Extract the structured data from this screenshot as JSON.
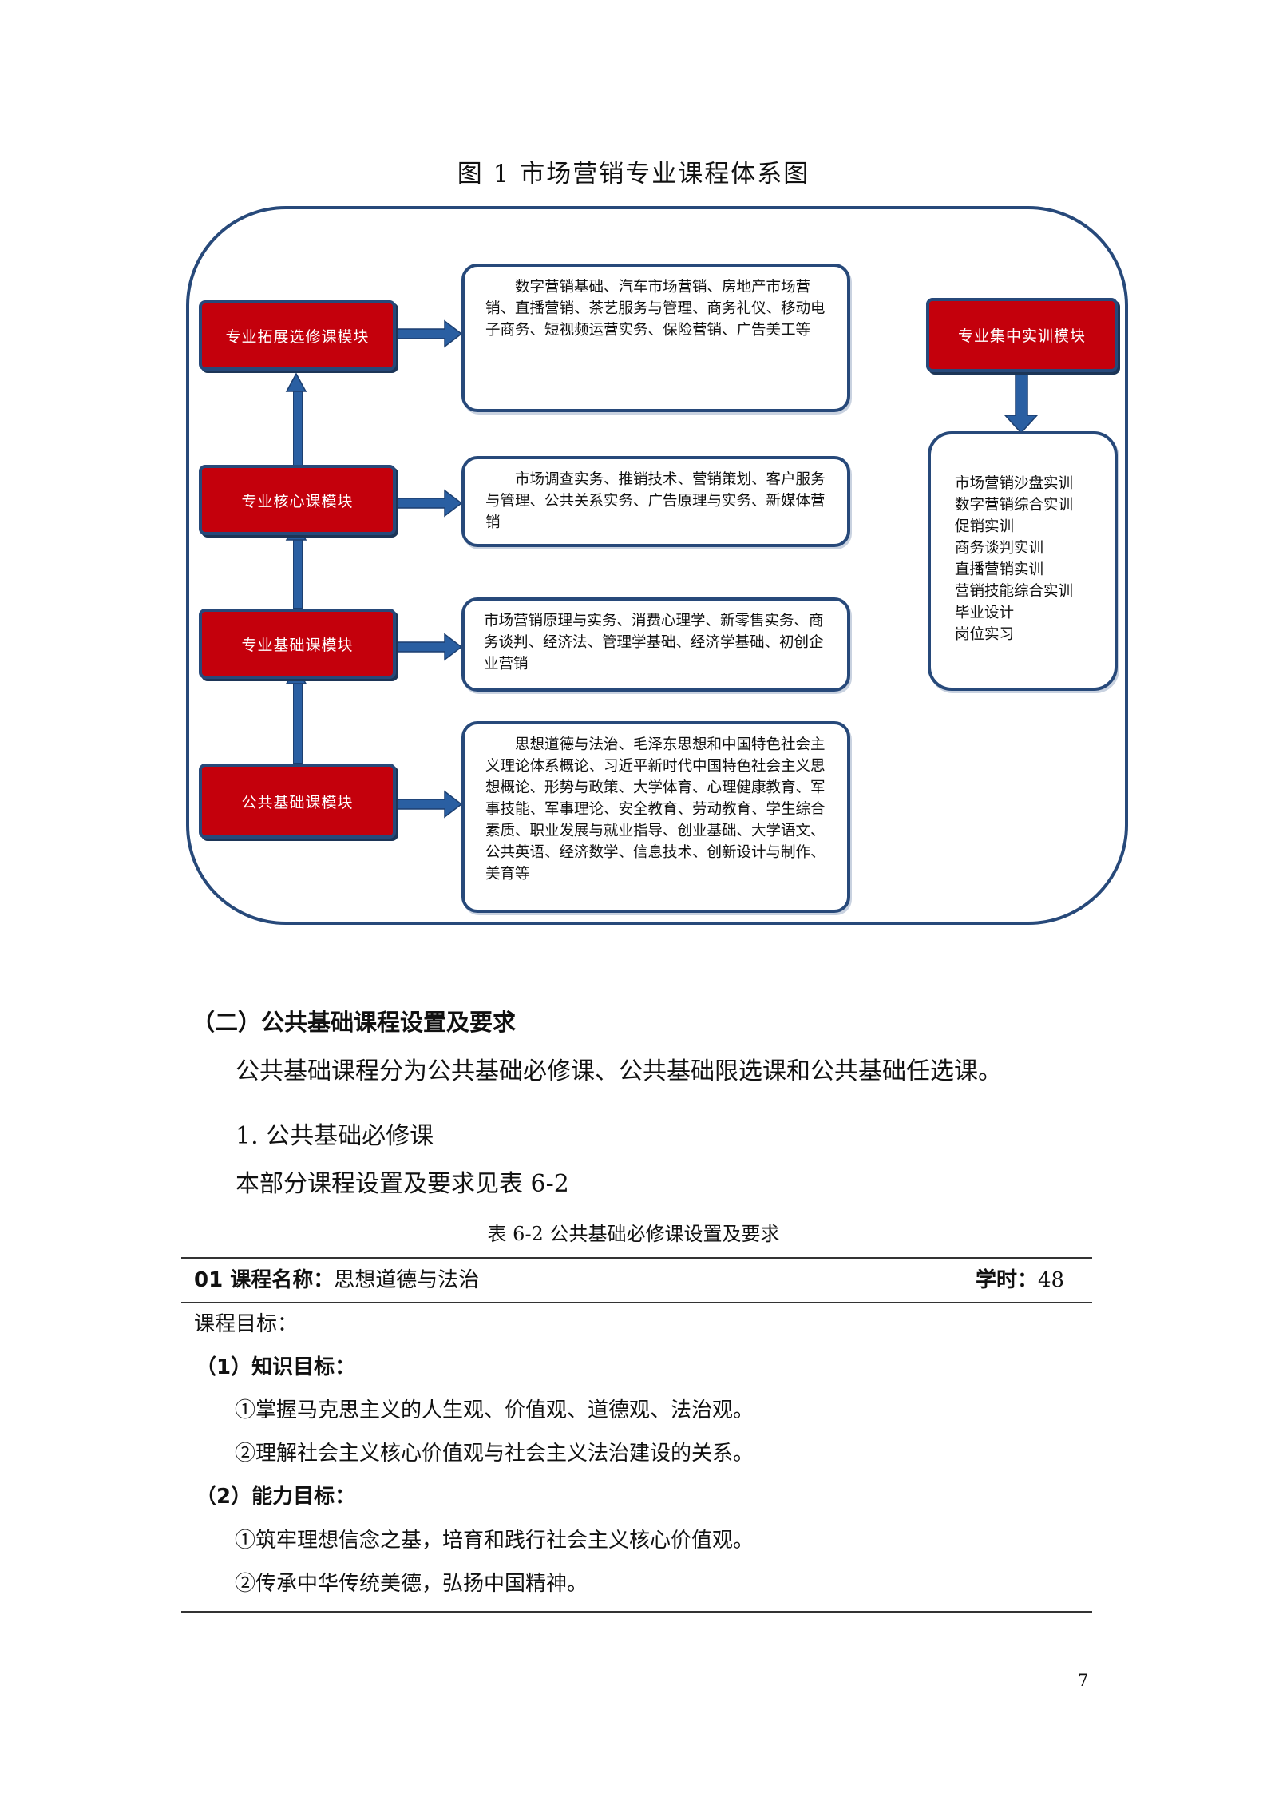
{
  "figure": {
    "title": "图 1  市场营销专业课程体系图",
    "modules": [
      {
        "label": "专业拓展选修课模块",
        "courses": "数字营销基础、汽车市场营销、房地产市场营销、直播营销、茶艺服务与管理、商务礼仪、移动电子商务、短视频运营实务、保险营销、广告美工等"
      },
      {
        "label": "专业核心课模块",
        "courses": "市场调查实务、推销技术、营销策划、客户服务与管理、公共关系实务、广告原理与实务、新媒体营销"
      },
      {
        "label": "专业基础课模块",
        "courses": "市场营销原理与实务、消费心理学、新零售实务、商务谈判、经济法、管理学基础、经济学基础、初创企业营销"
      },
      {
        "label": "公共基础课模块",
        "courses": "思想道德与法治、毛泽东思想和中国特色社会主义理论体系概论、习近平新时代中国特色社会主义思想概论、形势与政策、大学体育、心理健康教育、军事技能、军事理论、安全教育、劳动教育、学生综合素质、职业发展与就业指导、创业基础、大学语文、公共英语、经济数学、信息技术、创新设计与制作、美育等"
      }
    ],
    "practice": {
      "label": "专业集中实训模块",
      "items": [
        "市场营销沙盘实训",
        "数字营销综合实训",
        "促销实训",
        "商务谈判实训",
        "直播营销实训",
        "营销技能综合实训",
        "毕业设计",
        "岗位实习"
      ]
    }
  },
  "section": {
    "heading": "（二）公共基础课程设置及要求",
    "intro": "公共基础课程分为公共基础必修课、公共基础限选课和公共基础任选课。",
    "subheading": "1. 公共基础必修课",
    "ref": "本部分课程设置及要求见表 6-2"
  },
  "table": {
    "caption": "表 6-2   公共基础必修课设置及要求",
    "course_code_label": "01 课程名称：",
    "course_name": "思想道德与法治",
    "hours_label": "学时：",
    "hours": "48",
    "goals_label": "课程目标：",
    "knowledge_label": "（1）知识目标：",
    "knowledge_items": [
      "①掌握马克思主义的人生观、价值观、道德观、法治观。",
      "②理解社会主义核心价值观与社会主义法治建设的关系。"
    ],
    "ability_label": "（2）能力目标：",
    "ability_items": [
      "①筑牢理想信念之基，培育和践行社会主义核心价值观。",
      "②传承中华传统美德，弘扬中国精神。"
    ]
  },
  "page_number": "7",
  "colors": {
    "module_red": "#c4000c",
    "border_blue": "#27497a",
    "arrow_blue": "#2a5fa2"
  }
}
